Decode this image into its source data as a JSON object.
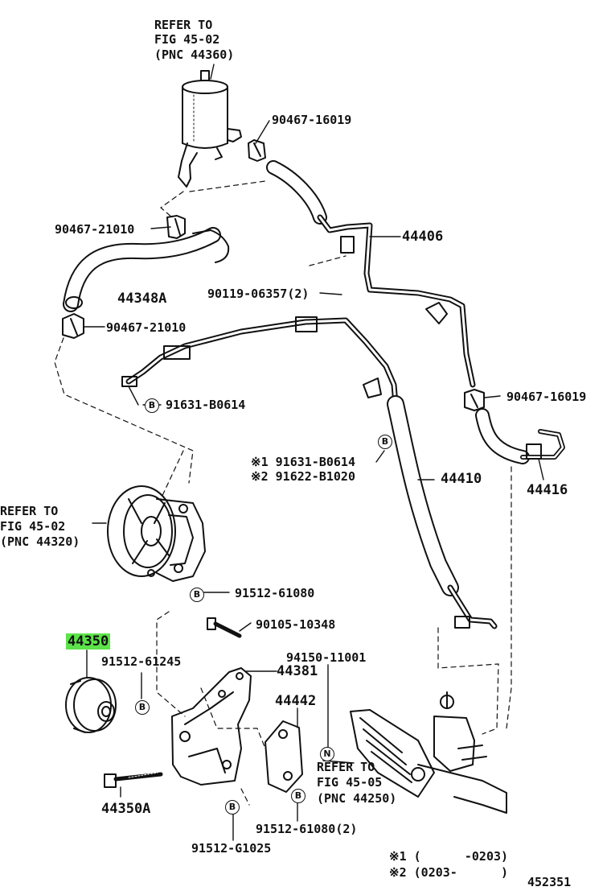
{
  "labels": {
    "refer_44360_1": "REFER TO",
    "refer_44360_2": "FIG 45-02",
    "refer_44360_3": "(PNC 44360)",
    "p90467_16019_a": "90467-16019",
    "p90467_21010_a": "90467-21010",
    "p44406": "44406",
    "p44348A": "44348A",
    "p90119": "90119-06357(2)",
    "p90467_21010_b": "90467-21010",
    "p91631_a": "91631-B0614",
    "p90467_16019_b": "90467-16019",
    "alt1": "※1 91631-B0614",
    "alt2": "※2 91622-B1020",
    "p44410": "44410",
    "p44416": "44416",
    "refer_44320_1": "REFER TO",
    "refer_44320_2": "FIG 45-02",
    "refer_44320_3": "(PNC 44320)",
    "p91512_61080": "91512-61080",
    "p90105": "90105-10348",
    "p44350": "44350",
    "p91512_61245": "91512-61245",
    "p94150": "94150-11001",
    "p44381": "44381",
    "p44442": "44442",
    "refer_44250_1": "REFER TO",
    "refer_44250_2": "FIG 45-05",
    "refer_44250_3": "(PNC 44250)",
    "p44350A": "44350A",
    "p91512_61080_2": "91512-61080(2)",
    "p91512_G1025": "91512-G1025",
    "foot1": "※1 (      -0203)",
    "foot2": "※2 (0203-      )",
    "fig_no": "452351",
    "mark_b": "B",
    "mark_n": "N"
  },
  "colors": {
    "highlight": "#5de34a",
    "ink": "#111111",
    "background": "#ffffff"
  }
}
